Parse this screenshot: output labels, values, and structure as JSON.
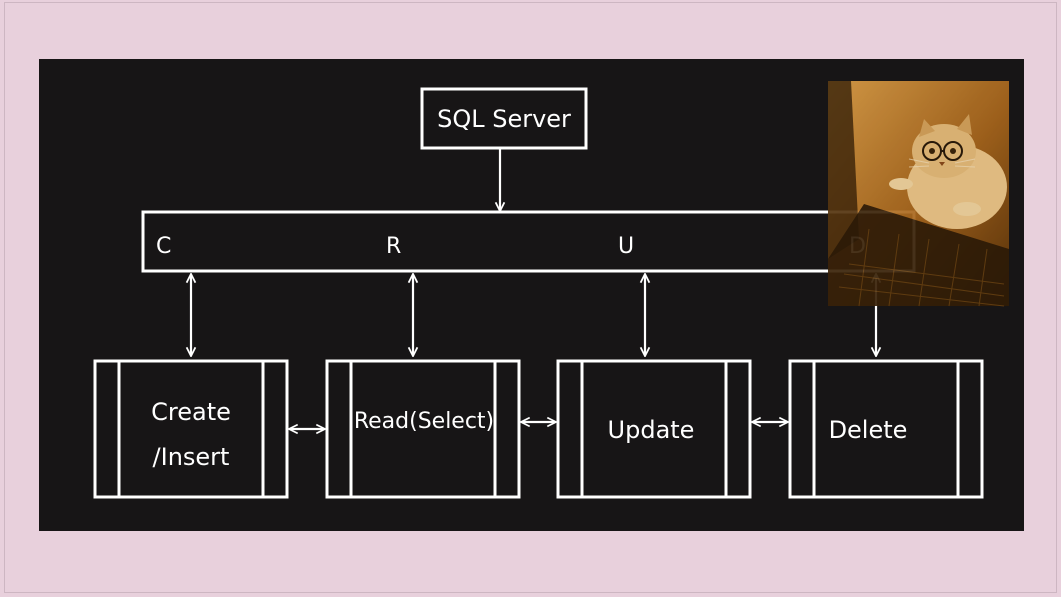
{
  "diagram": {
    "server_label": "SQL Server",
    "crud_letters": [
      "C",
      "R",
      "U",
      "D"
    ],
    "operations": [
      {
        "lines": [
          "Create",
          "/Insert"
        ]
      },
      {
        "lines": [
          "Read(Select)"
        ]
      },
      {
        "lines": [
          "Update"
        ]
      },
      {
        "lines": [
          "Delete"
        ]
      }
    ]
  },
  "photo": {
    "subject": "cat wearing glasses at a laptop",
    "tint": "#b8761e"
  },
  "colors": {
    "background": "#e8d0dc",
    "panel": "#171516",
    "lines": "#ffffff"
  }
}
